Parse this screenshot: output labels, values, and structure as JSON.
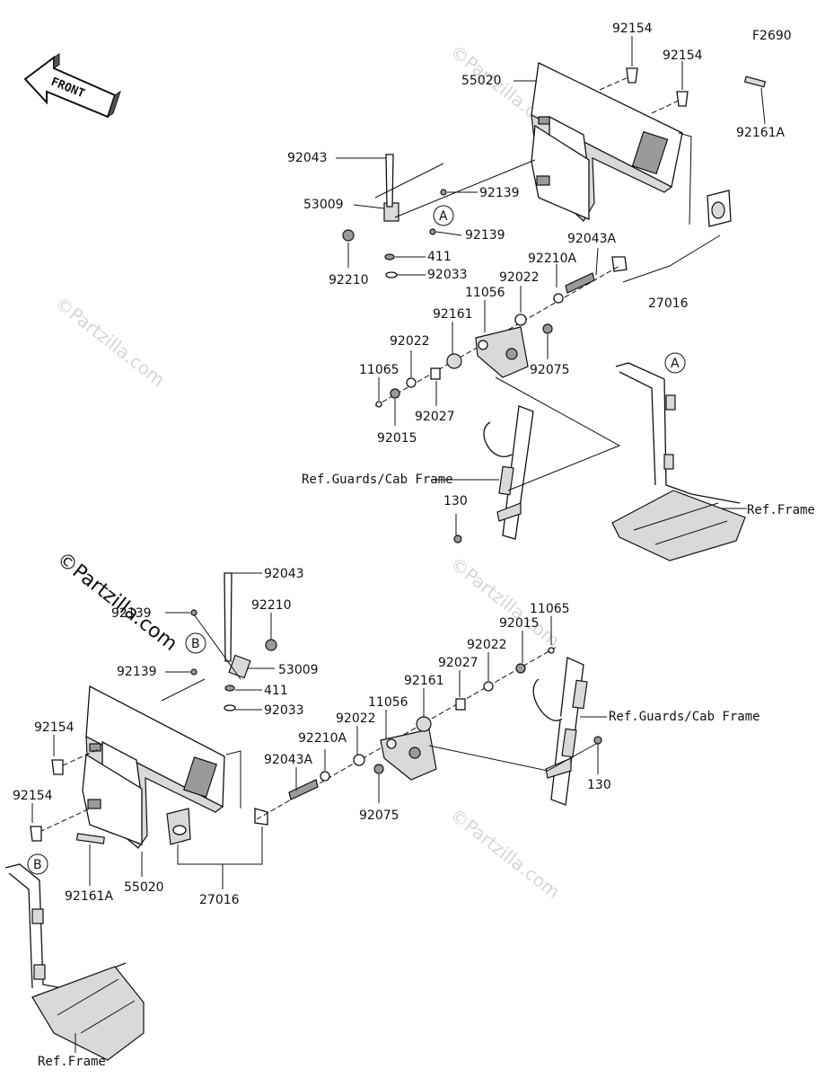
{
  "figure_code": "F2690",
  "front_label": "FRONT",
  "watermark_text": "©Partzilla.com",
  "circle_refs": {
    "a": "A",
    "b": "B"
  },
  "upper": {
    "p92154a": "92154",
    "p92154b": "92154",
    "p55020": "55020",
    "p92161A": "92161A",
    "p92043": "92043",
    "p53009": "53009",
    "p92139a": "92139",
    "p92139b": "92139",
    "p92210": "92210",
    "p411": "411",
    "p92033": "92033",
    "p92043A": "92043A",
    "p92210A": "92210A",
    "p27016": "27016",
    "p92022a": "92022",
    "p11056": "11056",
    "p92161": "92161",
    "p92022b": "92022",
    "p11065": "11065",
    "p92075": "92075",
    "p92027": "92027",
    "p92015": "92015",
    "p130": "130",
    "ref_guards": "Ref.Guards/Cab Frame",
    "ref_frame": "Ref.Frame"
  },
  "lower": {
    "p92043": "92043",
    "p92139a": "92139",
    "p92210": "92210",
    "p92139b": "92139",
    "p53009": "53009",
    "p411": "411",
    "p92033": "92033",
    "p92154a": "92154",
    "p92154b": "92154",
    "p92161A": "92161A",
    "p55020": "55020",
    "p27016": "27016",
    "p92043A": "92043A",
    "p92210A": "92210A",
    "p92022a": "92022",
    "p11056": "11056",
    "p92161": "92161",
    "p92027": "92027",
    "p92022b": "92022",
    "p92015": "92015",
    "p11065": "11065",
    "p92075": "92075",
    "p130": "130",
    "ref_guards": "Ref.Guards/Cab Frame",
    "ref_frame": "Ref.Frame"
  }
}
